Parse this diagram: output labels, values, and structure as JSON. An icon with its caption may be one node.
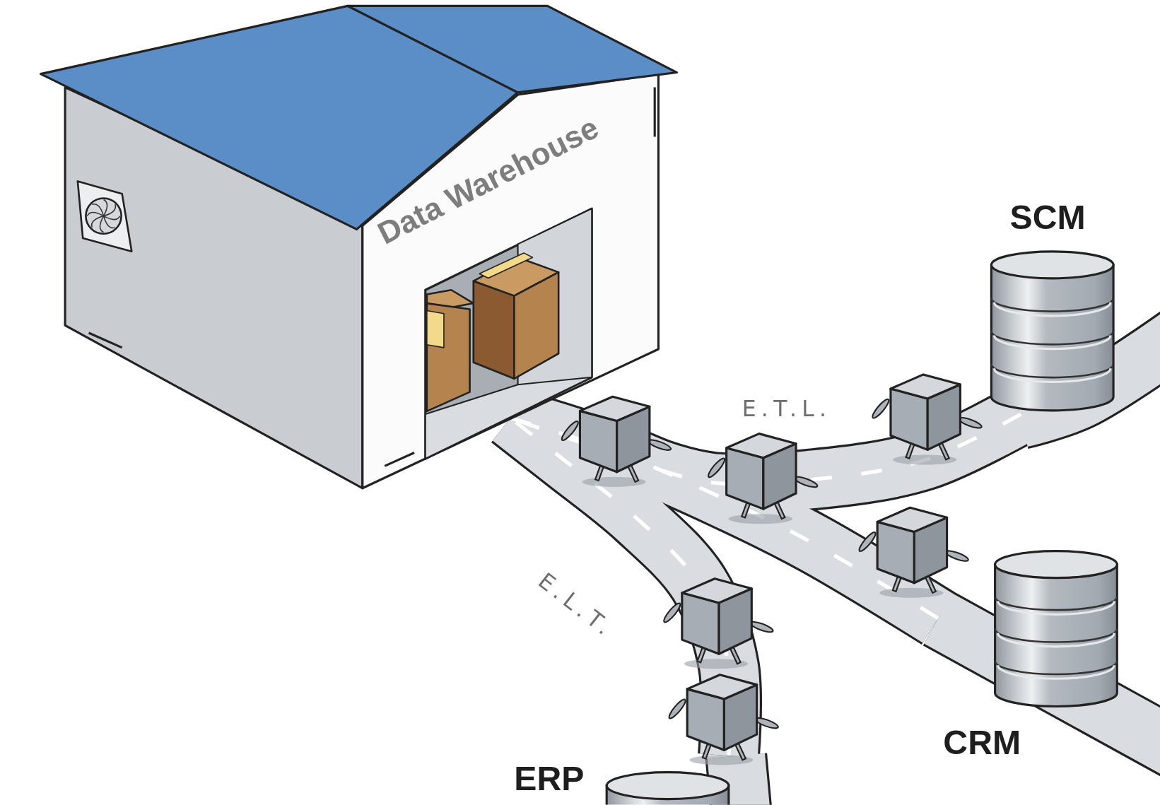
{
  "diagram": {
    "nodes": [
      {
        "text": [
          "Data Warehouse"
        ]
      },
      {
        "text": [
          "SCM"
        ]
      },
      {
        "text": [
          "CRM"
        ]
      },
      {
        "text": [
          "ERP"
        ]
      }
    ],
    "edges": [
      {
        "from": 1,
        "to": 0,
        "arrow": "none",
        "label": "E.T.L."
      },
      {
        "from": 2,
        "to": 0,
        "arrow": "none"
      },
      {
        "from": 3,
        "to": 0,
        "arrow": "none",
        "label": "E.L.T."
      }
    ]
  }
}
